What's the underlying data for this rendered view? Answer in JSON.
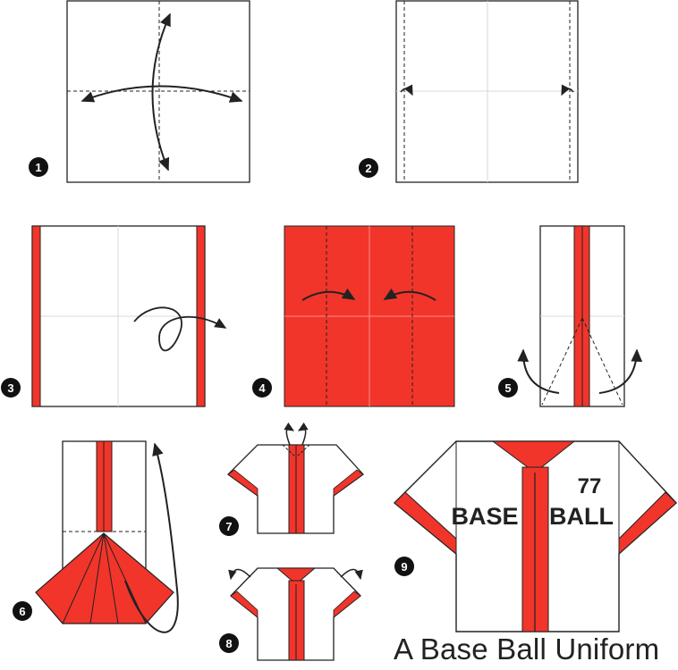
{
  "title": "A Base Ball Uniform",
  "colors": {
    "paper": "#ffffff",
    "red": "#f1352b",
    "outline": "#222222",
    "crease": "#d9d9d9"
  },
  "steps": [
    {
      "number": "1"
    },
    {
      "number": "2"
    },
    {
      "number": "3"
    },
    {
      "number": "4"
    },
    {
      "number": "5"
    },
    {
      "number": "6"
    },
    {
      "number": "7"
    },
    {
      "number": "8"
    },
    {
      "number": "9"
    }
  ],
  "shirt": {
    "left_text": "BASE",
    "right_number": "77",
    "right_text": "BALL"
  }
}
